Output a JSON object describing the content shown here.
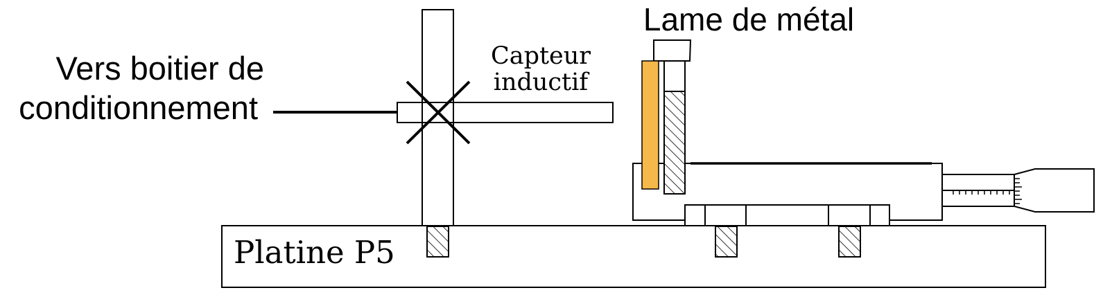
{
  "labels": {
    "conditioning_line1": "Vers boitier de",
    "conditioning_line2": "conditionnement",
    "sensor_line1": "Capteur",
    "sensor_line2": "inductif",
    "blade": "Lame de métal",
    "platform": "Platine P5"
  },
  "colors": {
    "stroke": "#000000",
    "blade_fill": "#f5b84a",
    "background": "#ffffff"
  }
}
